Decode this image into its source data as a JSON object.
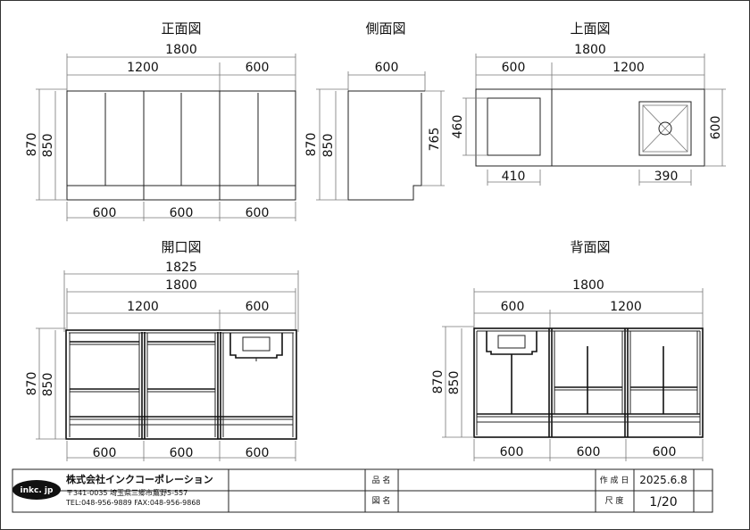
{
  "views": {
    "front": "正面図",
    "side": "側面図",
    "top": "上面図",
    "open": "開口図",
    "back": "背面図"
  },
  "dims": {
    "front": {
      "overall": "1800",
      "left": "1200",
      "right": "600",
      "h_outer": "870",
      "h_inner": "850",
      "bottom": [
        "600",
        "600",
        "600"
      ]
    },
    "side": {
      "width": "600",
      "h_outer": "870",
      "h_inner": "850",
      "h_right": "765"
    },
    "top": {
      "overall": "1800",
      "left": "600",
      "right": "1200",
      "depth_left": "460",
      "depth_right": "600",
      "sink_left": "410",
      "sink_right": "390"
    },
    "open": {
      "overall_outer": "1825",
      "overall": "1800",
      "left": "1200",
      "right": "600",
      "h_outer": "870",
      "h_inner": "850",
      "bottom": [
        "600",
        "600",
        "600"
      ]
    },
    "back": {
      "overall": "1800",
      "left": "600",
      "right": "1200",
      "h_outer": "870",
      "h_inner": "850",
      "bottom": [
        "600",
        "600",
        "600"
      ]
    }
  },
  "title_block": {
    "logo": "inkc. jp",
    "company": "株式会社インクコーポレーション",
    "address": "〒341-0035 埼玉県三郷市鷹野5-557",
    "tel": "TEL:048-956-9889  FAX:048-956-9868",
    "product_label": "品 名",
    "drawing_label": "図 名",
    "date_label": "作 成 日",
    "date": "2025.6.8",
    "scale_label": "尺 度",
    "scale": "1/20"
  }
}
